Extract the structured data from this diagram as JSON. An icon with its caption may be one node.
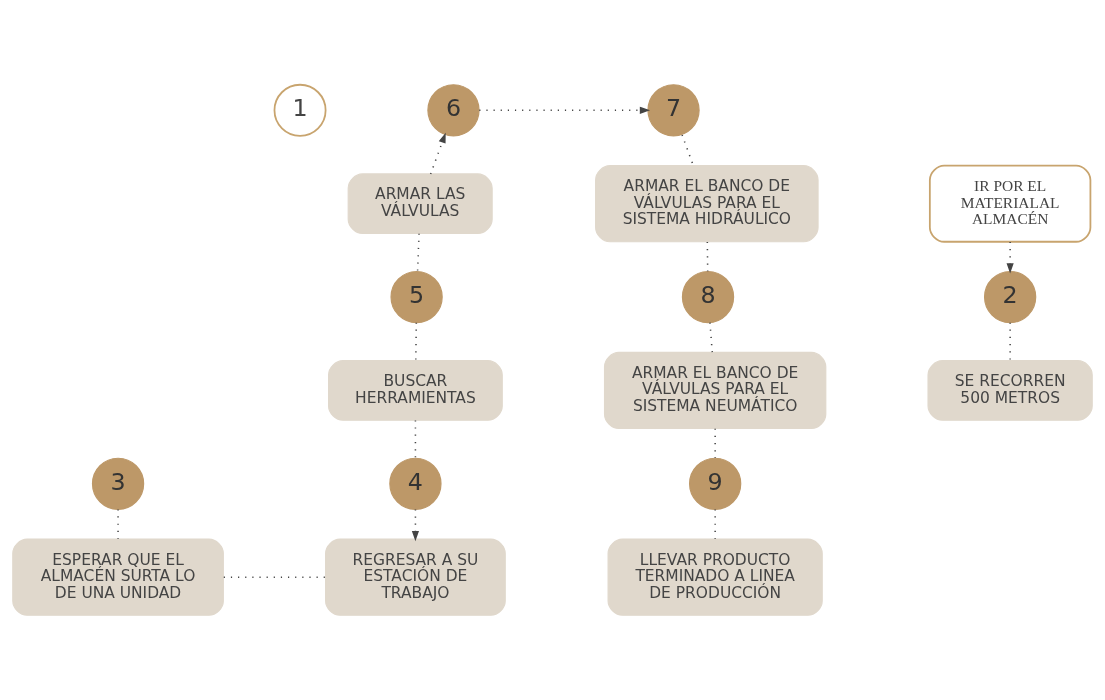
{
  "diagram": {
    "nodes": [
      {
        "text": [
          "1"
        ]
      },
      {
        "text": [
          "IR POR EL MATERIALAL ALMACÉN"
        ]
      },
      {
        "text": [
          "2"
        ]
      },
      {
        "text": [
          "SE RECORREN 500 METROS"
        ]
      },
      {
        "text": [
          "3"
        ]
      },
      {
        "text": [
          "ESPERAR QUE EL ALMACÉN SURTA LO DE UNA UNIDAD"
        ]
      },
      {
        "text": [
          "REGRESAR A SU ESTACIÓN DE TRABAJO"
        ]
      },
      {
        "text": [
          "4"
        ]
      },
      {
        "text": [
          "BUSCAR HERRAMIENTAS"
        ]
      },
      {
        "text": [
          "5"
        ]
      },
      {
        "text": [
          "ARMAR LAS VÁLVULAS"
        ]
      },
      {
        "text": [
          "6"
        ]
      },
      {
        "text": [
          "7"
        ]
      },
      {
        "text": [
          "ARMAR EL BANCO DE VÁLVULAS PARA EL SISTEMA HIDRÁULICO"
        ]
      },
      {
        "text": [
          "8"
        ]
      },
      {
        "text": [
          "ARMAR EL BANCO DE VÁLVULAS PARA EL SISTEMA NEUMÁTICO"
        ]
      },
      {
        "text": [
          "9"
        ]
      },
      {
        "text": [
          "LLEVAR PRODUCTO TERMINADO A LINEA DE PRODUCCIÓN"
        ]
      }
    ],
    "edges": [
      {
        "from": 1,
        "to": 2,
        "arrow": "to"
      },
      {
        "from": 2,
        "to": 3,
        "arrow": "none"
      },
      {
        "from": 4,
        "to": 5,
        "arrow": "none"
      },
      {
        "from": 5,
        "to": 6,
        "arrow": "none"
      },
      {
        "from": 8,
        "to": 7,
        "arrow": "none"
      },
      {
        "from": 7,
        "to": 6,
        "arrow": "to"
      },
      {
        "from": 9,
        "to": 8,
        "arrow": "none"
      },
      {
        "from": 10,
        "to": 9,
        "arrow": "none"
      },
      {
        "from": 10,
        "to": 11,
        "arrow": "to"
      },
      {
        "from": 11,
        "to": 12,
        "arrow": "to"
      },
      {
        "from": 12,
        "to": 13,
        "arrow": "none"
      },
      {
        "from": 13,
        "to": 14,
        "arrow": "none"
      },
      {
        "from": 14,
        "to": 15,
        "arrow": "none"
      },
      {
        "from": 15,
        "to": 16,
        "arrow": "none"
      },
      {
        "from": 16,
        "to": 17,
        "arrow": "none"
      }
    ]
  }
}
